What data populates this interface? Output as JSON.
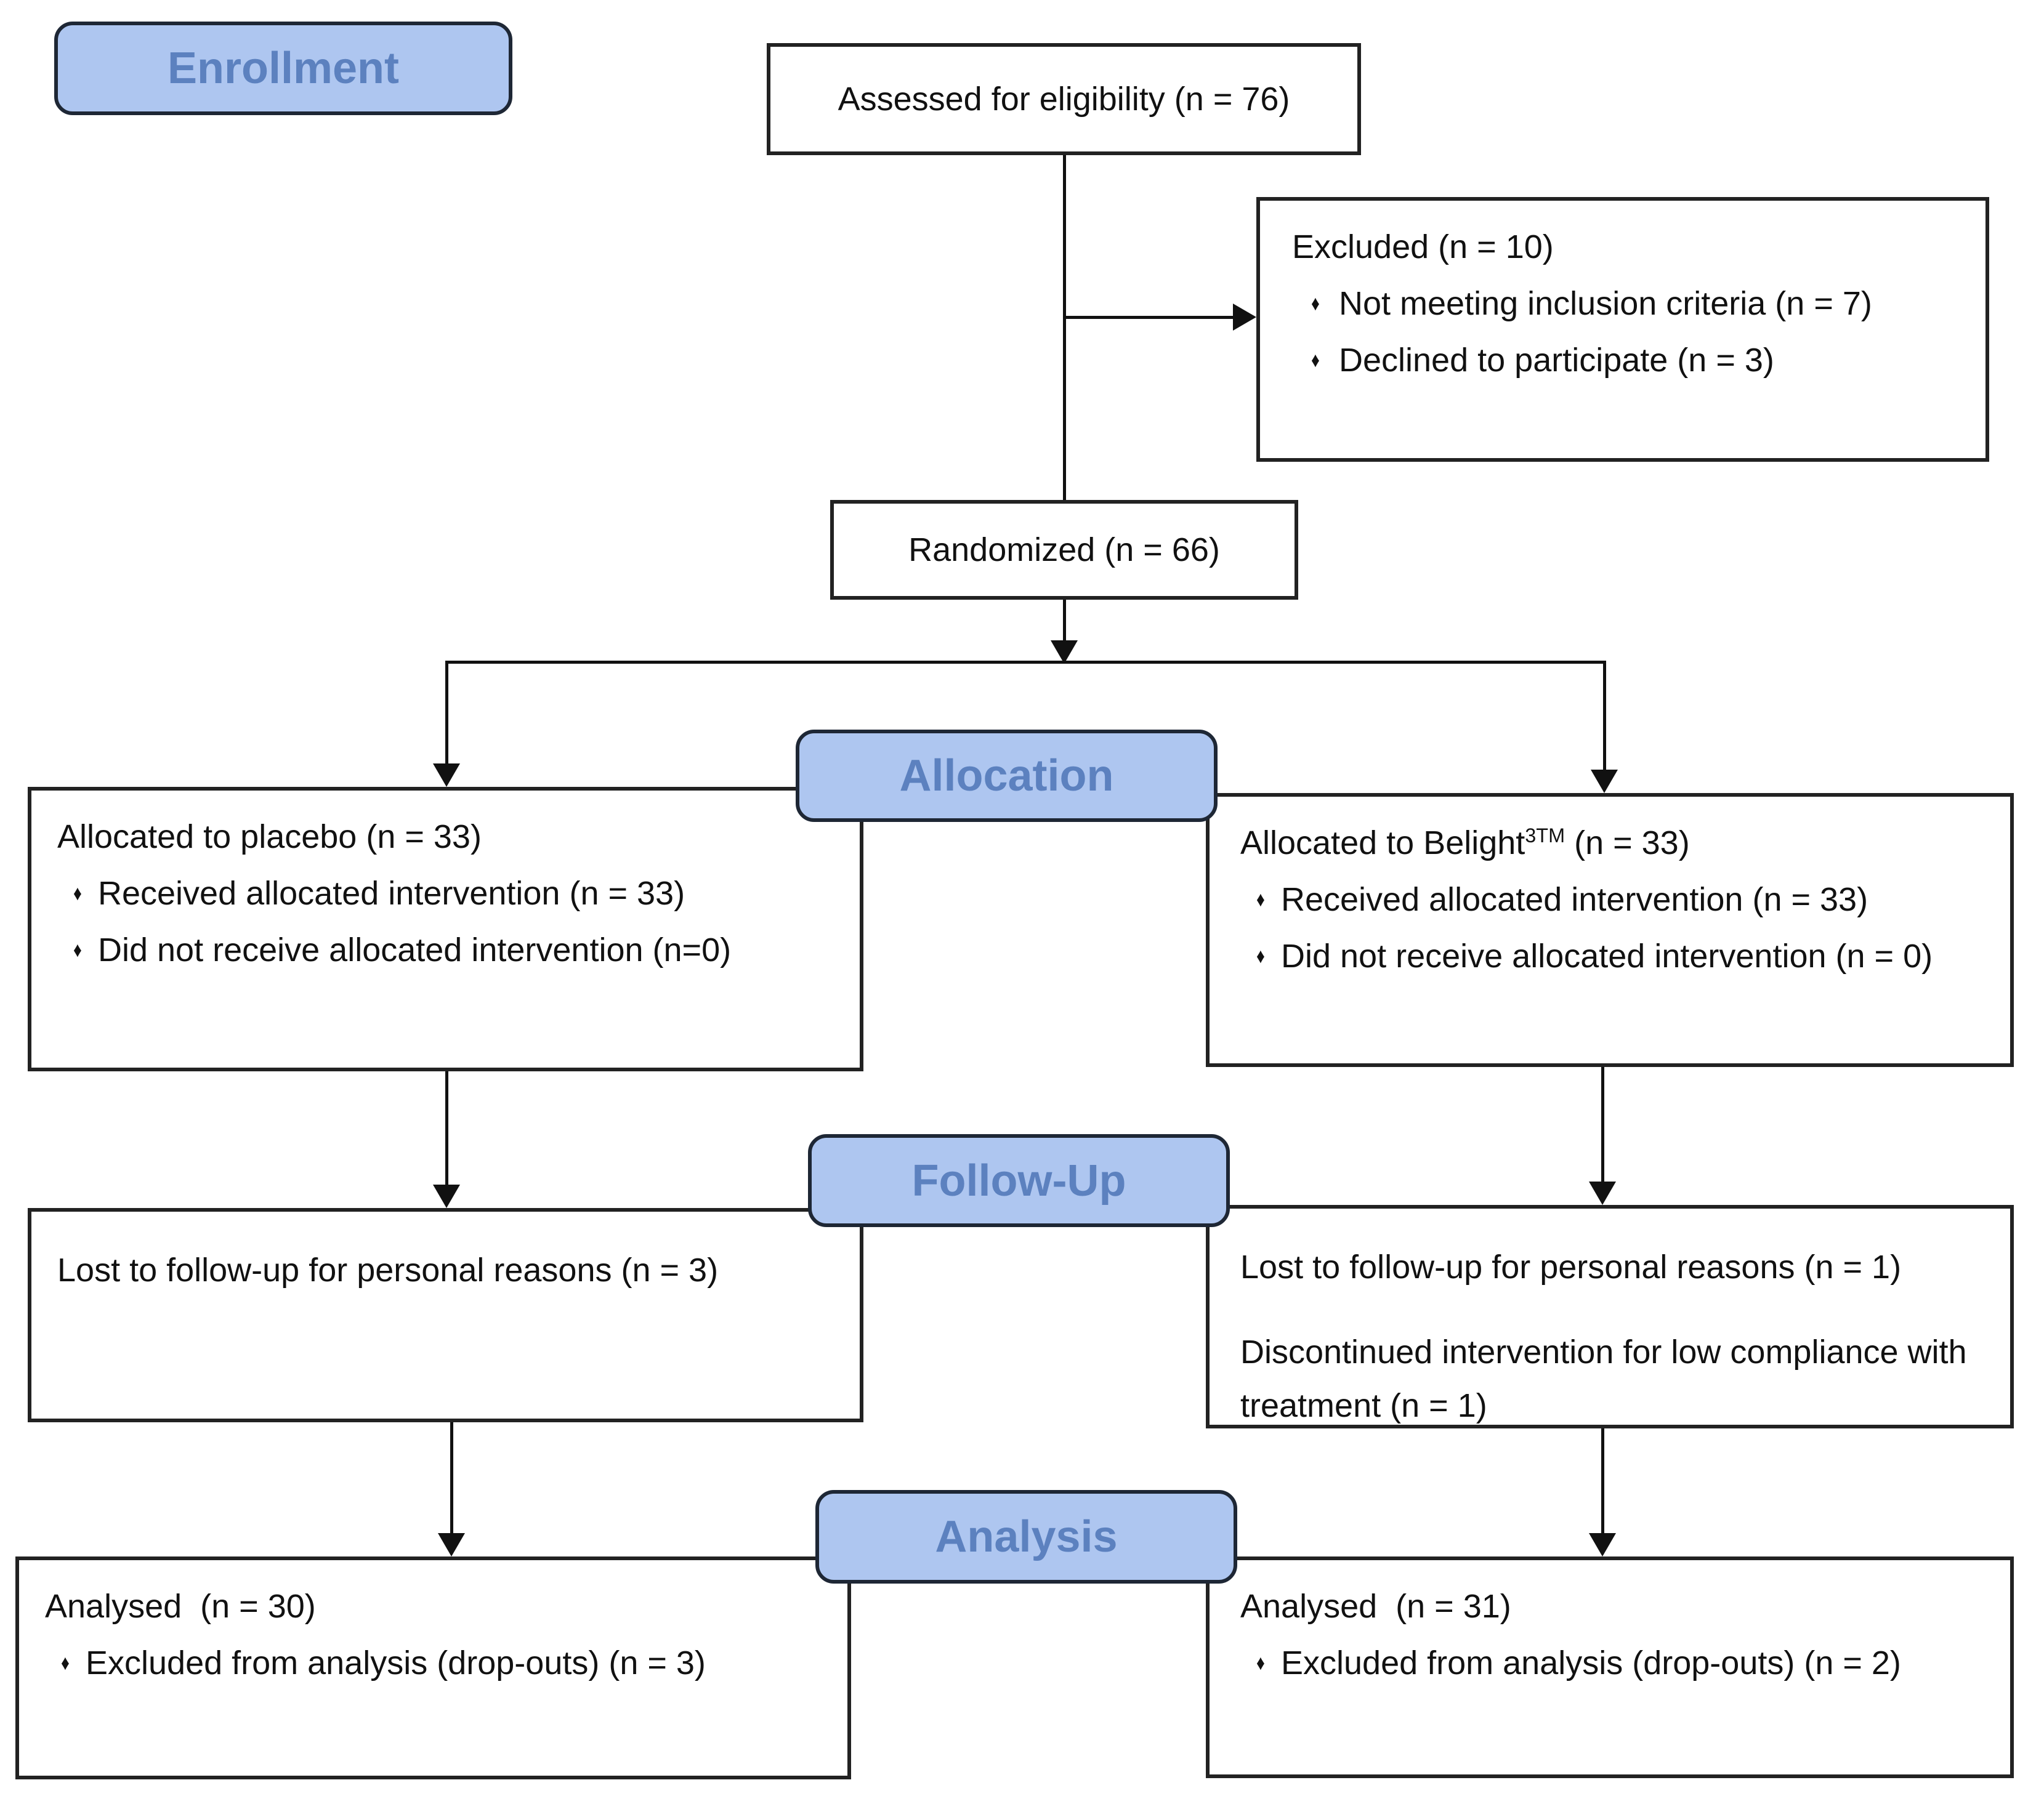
{
  "colors": {
    "badge_fill": "#aec6f0",
    "badge_border": "#1e2735",
    "badge_text": "#5c81bf",
    "box_border": "#222222",
    "line": "#111111"
  },
  "glyphs": {
    "bullet": "♦"
  },
  "badges": {
    "enrollment": "Enrollment",
    "allocation": "Allocation",
    "followup": "Follow-Up",
    "analysis": "Analysis"
  },
  "boxes": {
    "assessed": {
      "text": "Assessed for eligibility (n = 76)"
    },
    "excluded": {
      "title": "Excluded (n = 10)",
      "bullets": [
        "Not meeting inclusion criteria (n = 7)",
        "Declined to participate (n = 3)"
      ]
    },
    "randomized": {
      "text": "Randomized (n = 66)"
    },
    "alloc_left": {
      "title": "Allocated to placebo (n = 33)",
      "bullets": [
        "Received allocated intervention (n = 33)",
        "Did not receive allocated intervention (n=0)"
      ]
    },
    "alloc_right": {
      "title_prefix": "Allocated to Belight",
      "title_sup": "3TM",
      "title_suffix": " (n = 33)",
      "bullets": [
        "Received allocated intervention (n = 33)",
        "Did not receive allocated intervention (n = 0)"
      ]
    },
    "fu_left": {
      "lines": [
        "Lost to follow-up for personal reasons (n = 3)"
      ]
    },
    "fu_right": {
      "lines": [
        "Lost to follow-up for personal reasons (n = 1)",
        "Discontinued intervention for low compliance with treatment (n = 1)"
      ]
    },
    "an_left": {
      "title": "Analysed  (n = 30)",
      "bullets": [
        "Excluded from analysis (drop-outs) (n = 3)"
      ]
    },
    "an_right": {
      "title": "Analysed  (n = 31)",
      "bullets": [
        "Excluded from analysis (drop-outs) (n = 2)"
      ]
    }
  }
}
